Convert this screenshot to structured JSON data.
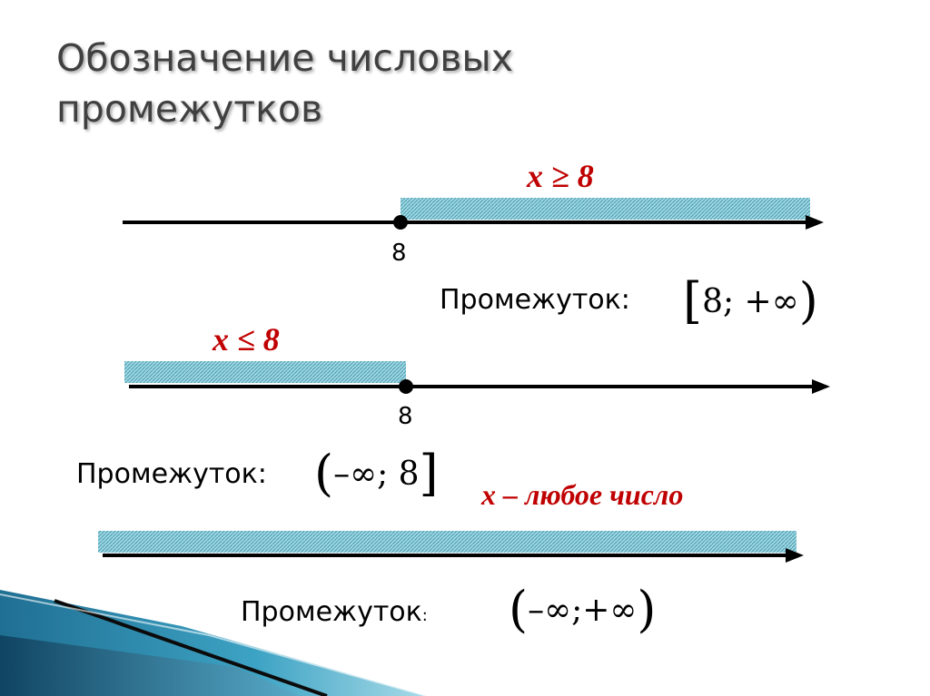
{
  "slide": {
    "title_line1": "Обозначение числовых",
    "title_line2": "промежутков"
  },
  "line1": {
    "inequality": "x ≥ 8",
    "tick": "8",
    "label": "Промежуток:",
    "open": "[",
    "inner": "8; +∞",
    "close": ")"
  },
  "line2": {
    "inequality": "x ≤ 8",
    "tick": "8",
    "label": "Промежуток:",
    "open": "(",
    "inner": "–∞; 8",
    "close": "]"
  },
  "line3": {
    "note": "x – любое число",
    "label": "Промежуток",
    "colon": ":",
    "open": "(",
    "inner": "–∞;+∞",
    "close": ")"
  },
  "colors": {
    "title": "#404040",
    "accent_red": "#c00000",
    "shading": "#7fc8d6",
    "decor_blue": "#2a7fa0"
  }
}
